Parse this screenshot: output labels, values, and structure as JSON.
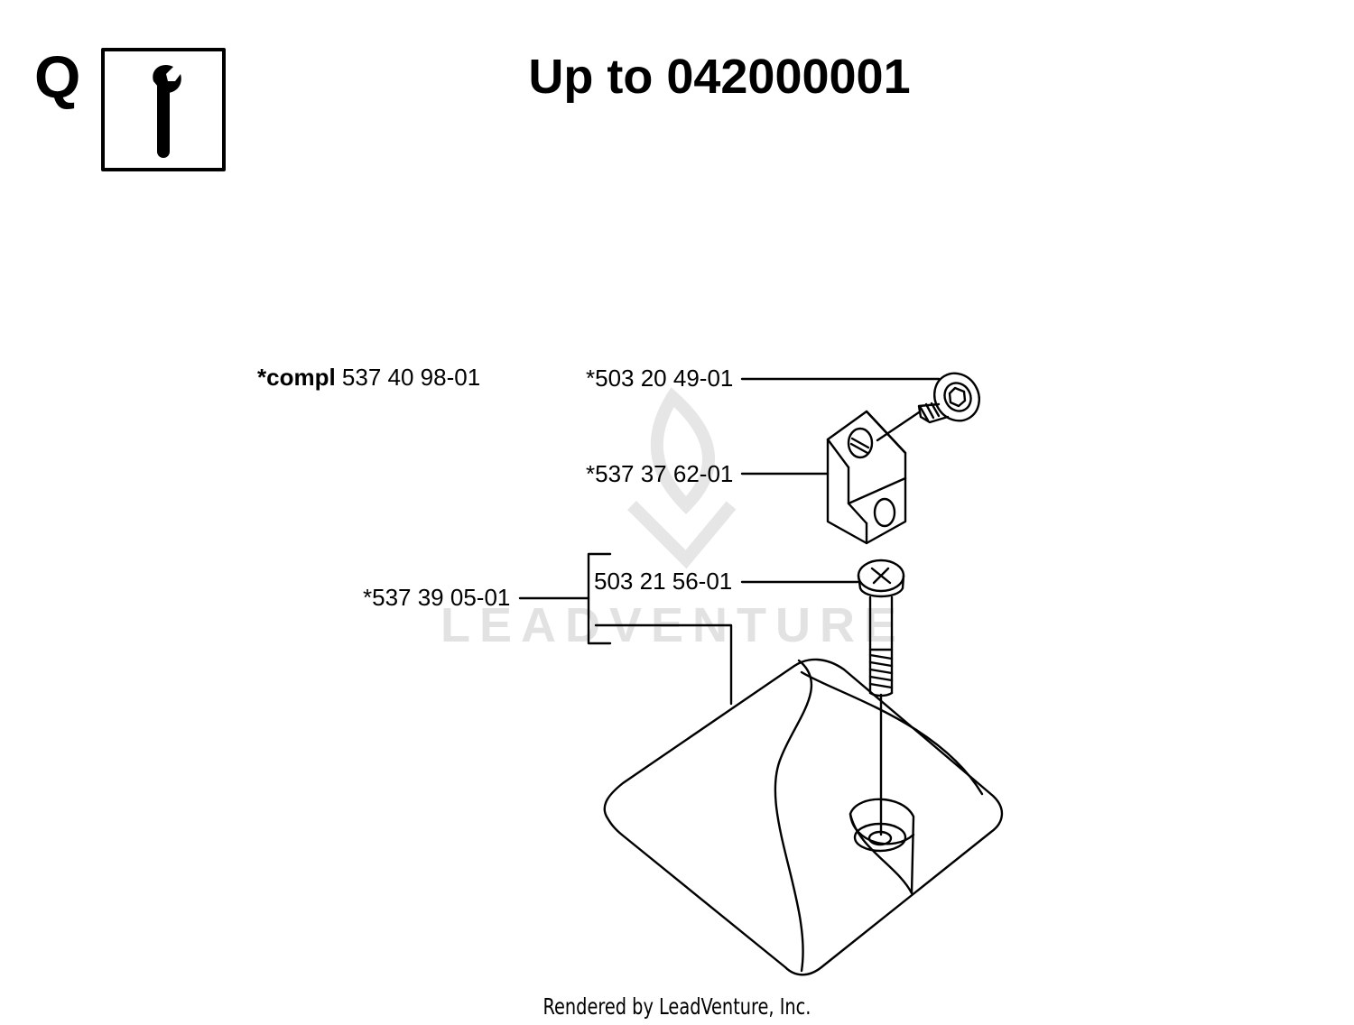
{
  "header": {
    "section_letter": "Q",
    "title": "Up to 042000001",
    "tool_icon": "wrench-icon"
  },
  "parts": {
    "compl_prefix": "*compl",
    "compl_number": "537 40 98-01",
    "screw_top": "*503 20 49-01",
    "clamp_block": "*537 37 62-01",
    "kit": "*537 39 05-01",
    "screw_bottom": "503 21 56-01"
  },
  "watermark": {
    "text": "LEADVENTURE"
  },
  "footer": {
    "text": "Rendered by LeadVenture, Inc."
  }
}
